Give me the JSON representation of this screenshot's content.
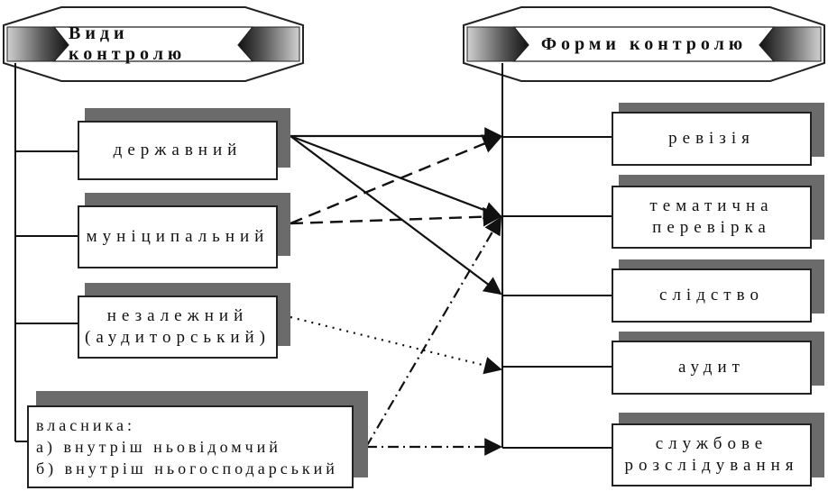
{
  "headers": {
    "left": "Види контролю",
    "right": "Форми контролю"
  },
  "types": [
    {
      "id": "derzh",
      "label": "державний"
    },
    {
      "id": "munic",
      "label": "муніципальний"
    },
    {
      "id": "nezal",
      "label": "незалежний\n(аудиторський)"
    },
    {
      "id": "vlasn",
      "lines": [
        "власника:",
        "а) внутріш ньовідомчий",
        "б) внутріш ньогосподарський"
      ]
    }
  ],
  "forms": [
    {
      "id": "reviz",
      "label": "ревізія"
    },
    {
      "id": "temat",
      "label": "тематична\nперевірка"
    },
    {
      "id": "slid",
      "label": "слідство"
    },
    {
      "id": "audit",
      "label": "аудит"
    },
    {
      "id": "sluzh",
      "label": "службове\nрозслідування"
    }
  ]
}
